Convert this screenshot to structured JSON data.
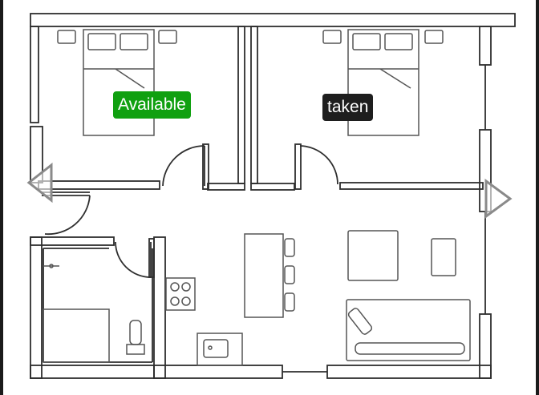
{
  "rooms": {
    "bedroom_left": {
      "status_label": "Available",
      "status_color": "#10a010"
    },
    "bedroom_right": {
      "status_label": "taken",
      "status_color": "#1e1e1e"
    }
  },
  "navigation": {
    "previous_icon": "triangle-left-outline",
    "next_icon": "triangle-right-outline"
  },
  "colors": {
    "wall": "#2e2e2e",
    "furniture": "#555555",
    "background": "#ffffff"
  }
}
